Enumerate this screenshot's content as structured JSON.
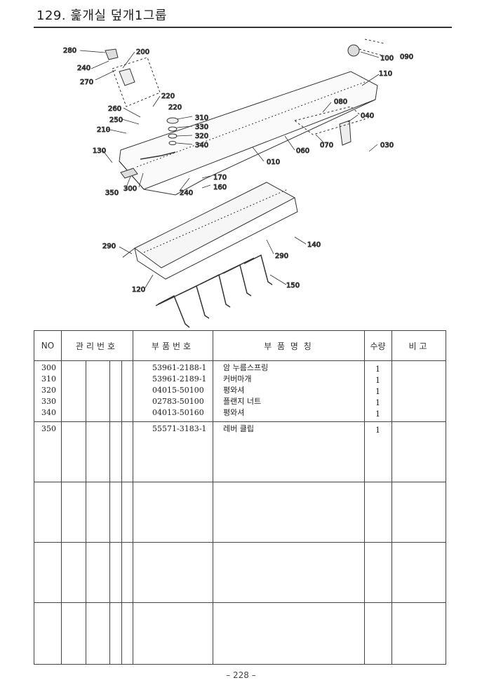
{
  "page_title": "129. 훑개실 덮개1그룹",
  "callouts": [
    {
      "id": "c280",
      "label": "280"
    },
    {
      "id": "c200",
      "label": "200"
    },
    {
      "id": "c240",
      "label": "240"
    },
    {
      "id": "c270",
      "label": "270"
    },
    {
      "id": "c220a",
      "label": "220"
    },
    {
      "id": "c220b",
      "label": "220"
    },
    {
      "id": "c260",
      "label": "260"
    },
    {
      "id": "c250",
      "label": "250"
    },
    {
      "id": "c210",
      "label": "210"
    },
    {
      "id": "c130",
      "label": "130"
    },
    {
      "id": "c310",
      "label": "310"
    },
    {
      "id": "c330",
      "label": "330"
    },
    {
      "id": "c320",
      "label": "320"
    },
    {
      "id": "c340",
      "label": "340"
    },
    {
      "id": "c350",
      "label": "350"
    },
    {
      "id": "c300",
      "label": "300"
    },
    {
      "id": "c240b",
      "label": "240"
    },
    {
      "id": "c170",
      "label": "170"
    },
    {
      "id": "c160",
      "label": "160"
    },
    {
      "id": "c010",
      "label": "010"
    },
    {
      "id": "c060",
      "label": "060"
    },
    {
      "id": "c070",
      "label": "070"
    },
    {
      "id": "c080",
      "label": "080"
    },
    {
      "id": "c040",
      "label": "040"
    },
    {
      "id": "c030",
      "label": "030"
    },
    {
      "id": "c110",
      "label": "110"
    },
    {
      "id": "c100",
      "label": "100"
    },
    {
      "id": "c090",
      "label": "090"
    },
    {
      "id": "c140",
      "label": "140"
    },
    {
      "id": "c290a",
      "label": "290"
    },
    {
      "id": "c290b",
      "label": "290"
    },
    {
      "id": "c120",
      "label": "120"
    },
    {
      "id": "c150",
      "label": "150"
    }
  ],
  "table": {
    "headers": {
      "no": "NO",
      "mgmt": "관리번호",
      "part_no": "부품번호",
      "part_name": "부 품 명 칭",
      "qty": "수량",
      "remarks": "비고"
    },
    "rows": [
      {
        "no": "300",
        "part_no": "53961-2188-1",
        "name": "암 누름스프링",
        "qty": "1"
      },
      {
        "no": "310",
        "part_no": "53961-2189-1",
        "name": "커버마개",
        "qty": "1"
      },
      {
        "no": "320",
        "part_no": "04015-50100",
        "name": "평와셔",
        "qty": "1"
      },
      {
        "no": "330",
        "part_no": "02783-50100",
        "name": "플랜지 너트",
        "qty": "1"
      },
      {
        "no": "340",
        "part_no": "04013-50160",
        "name": "평와셔",
        "qty": "1"
      },
      {
        "no": "350",
        "part_no": "55571-3183-1",
        "name": "레버 클립",
        "qty": "1"
      }
    ]
  },
  "page_number": "– 228 –"
}
